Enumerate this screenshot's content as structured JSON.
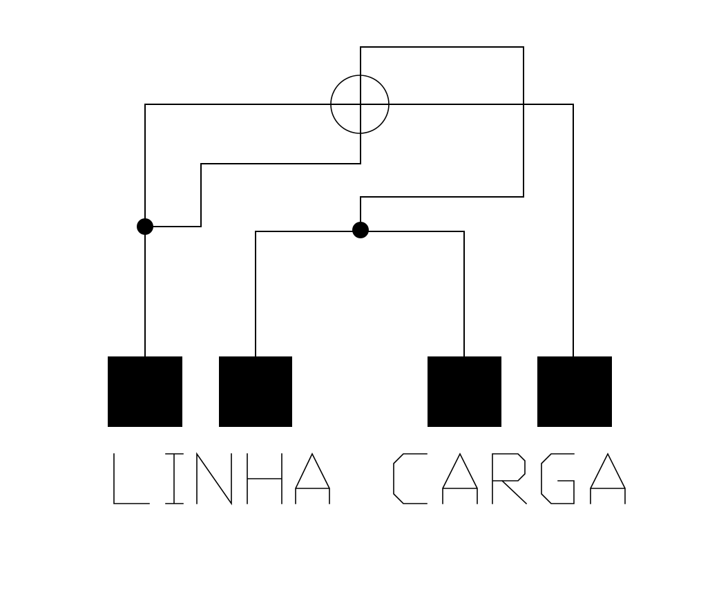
{
  "labels": {
    "left": "LINHA",
    "right": "CARGA"
  },
  "colors": {
    "background": "#ffffff",
    "ink": "#000000"
  },
  "icons": {
    "meter": "ammeter-circle-symbol",
    "junction": "junction-dot",
    "terminal": "terminal-block"
  }
}
